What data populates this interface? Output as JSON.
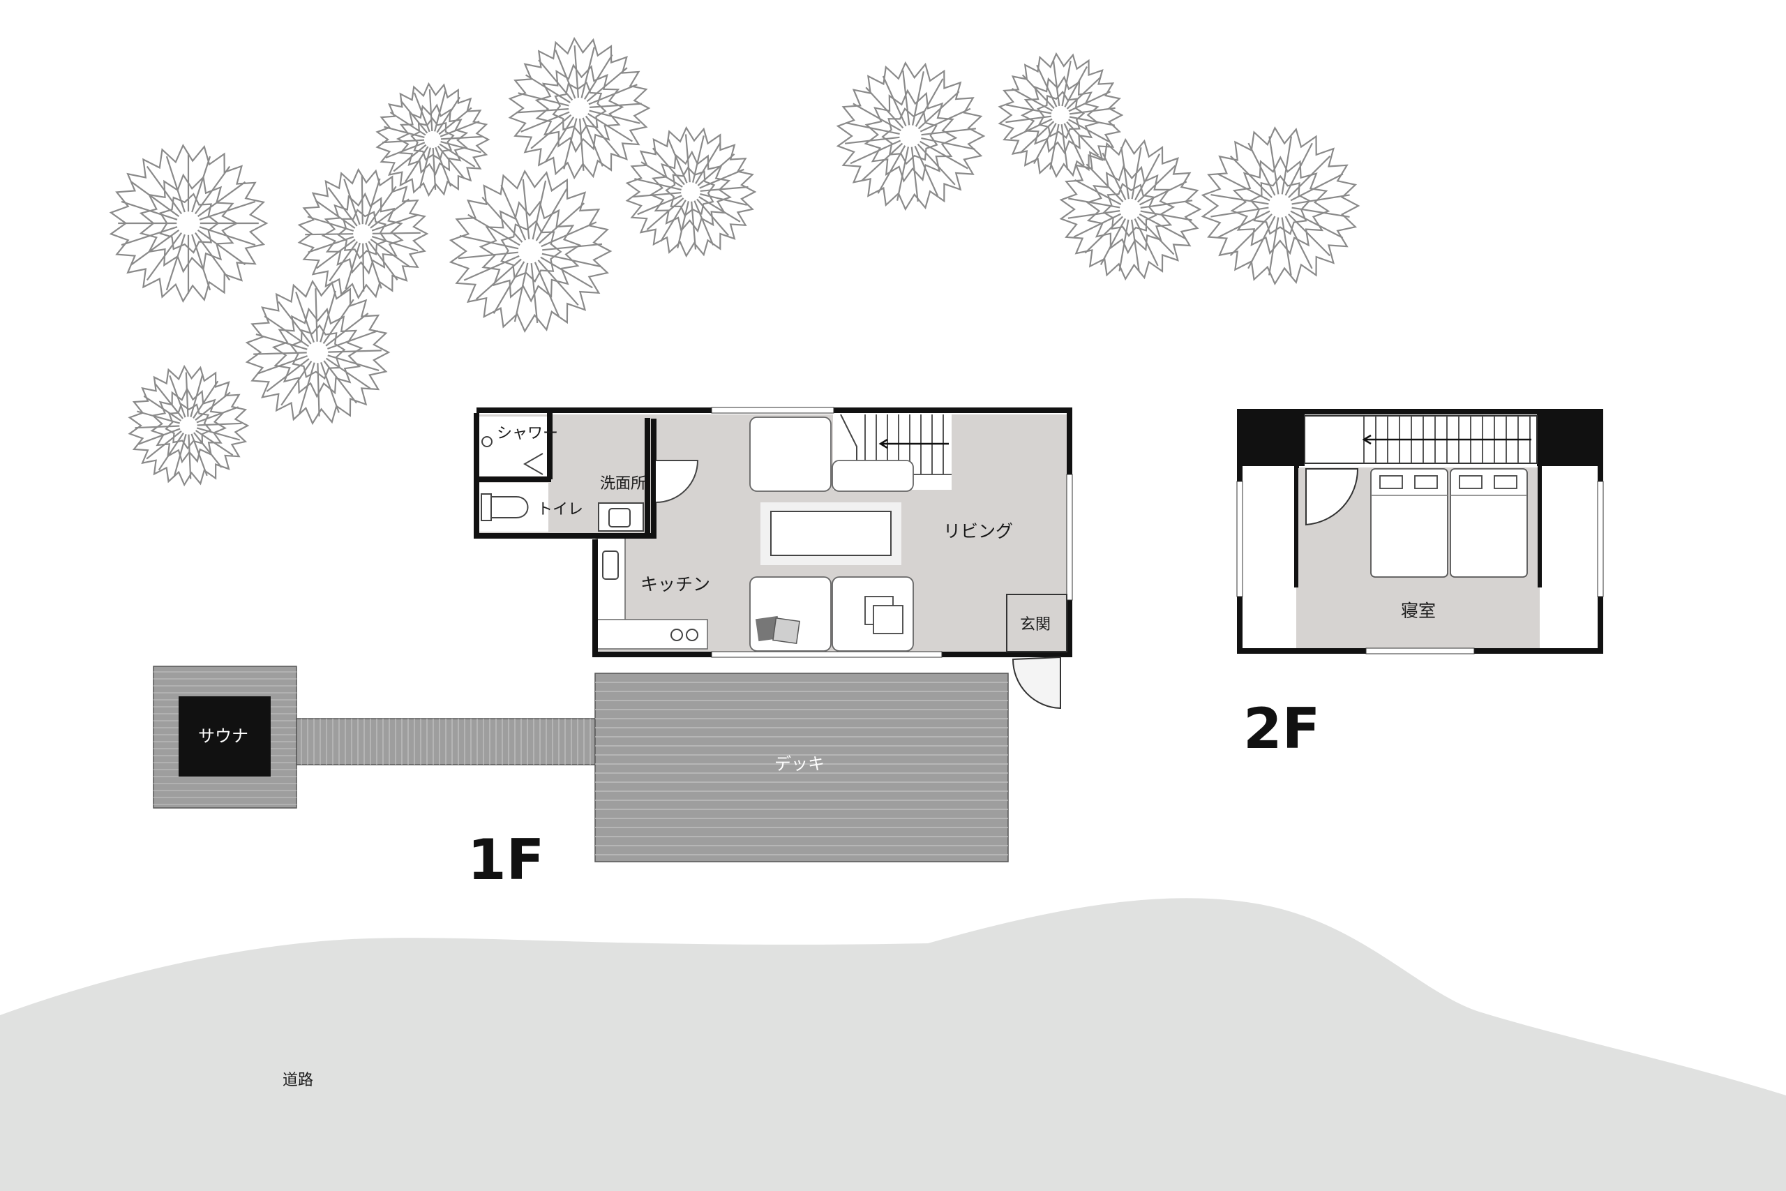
{
  "floors": {
    "first": "1F",
    "second": "2F"
  },
  "rooms": {
    "shower": "シャワー",
    "washroom": "洗面所",
    "toilet": "トイレ",
    "living": "リビング",
    "kitchen": "キッチン",
    "entrance": "玄関",
    "sauna": "サウナ",
    "deck": "デッキ",
    "bedroom": "寝室",
    "road": "道路"
  },
  "colors": {
    "wall": "#111111",
    "room_floor": "#d6d3d1",
    "deck": "#9e9e9e",
    "road": "#e0e1e0",
    "tree": "#8a8a8a"
  }
}
